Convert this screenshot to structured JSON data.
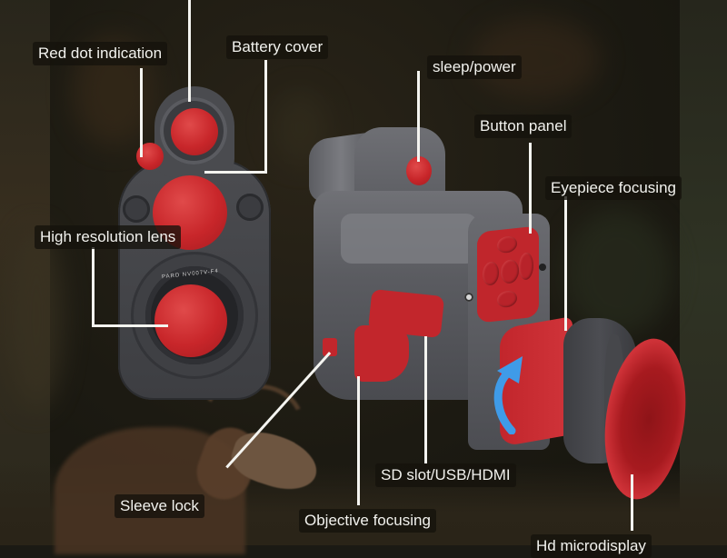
{
  "diagram": {
    "subject": "Night vision scope attachment with callout labels",
    "background": "dark forest with deer",
    "colors": {
      "device_body": "#4a4b4f",
      "accent_red": "#c8262a",
      "arrow_blue": "#3f9be8",
      "label_bg": "#14120c",
      "label_text": "#f2f2ee",
      "leader_line": "#f4f4f0"
    },
    "labels": {
      "top_cropped": "",
      "red_dot_indication": "Red dot indication",
      "battery_cover": "Battery cover",
      "high_resolution_lens": "High resolution lens",
      "sleep_power": "sleep/power",
      "button_panel": "Button panel",
      "eyepiece_focusing": "Eyepiece focusing",
      "sd_slot": "SD slot/USB/HDMI",
      "sleeve_lock": "Sleeve lock",
      "objective_focusing": "Objective focusing",
      "hd_microdisplay": "Hd microdisplay"
    },
    "lens_markings": "PARD  NV007V-F4"
  }
}
